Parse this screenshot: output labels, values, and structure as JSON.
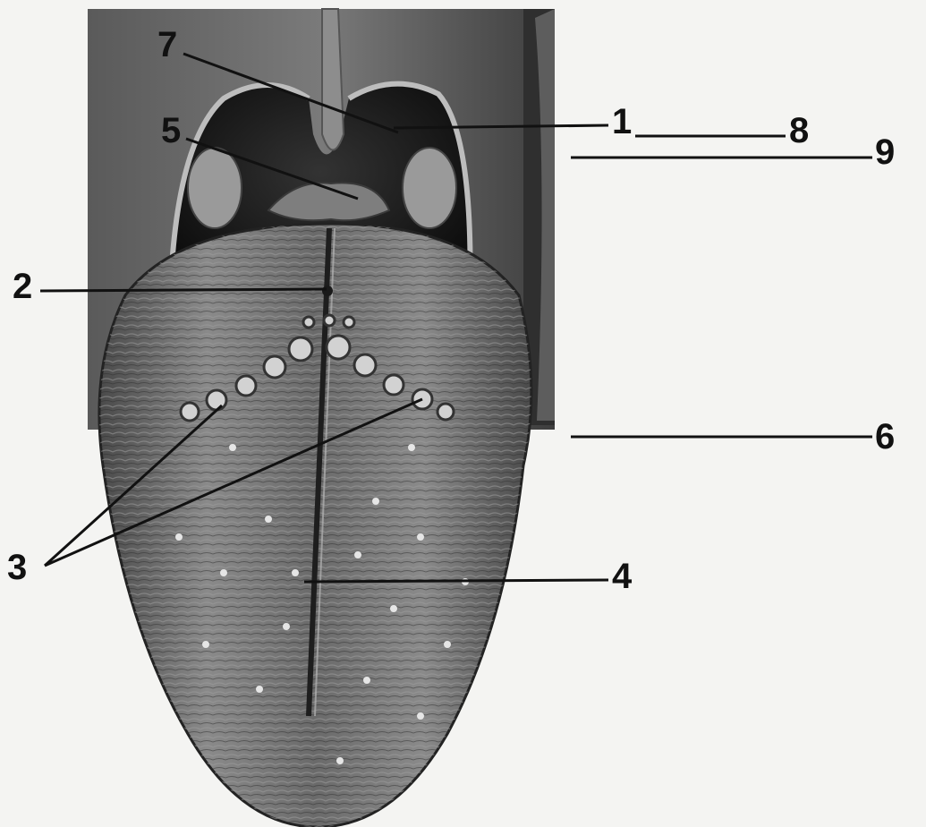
{
  "labels": {
    "l1": "1",
    "l2": "2",
    "l3": "3",
    "l4": "4",
    "l5": "5",
    "l6": "6",
    "l7": "7",
    "l8": "8",
    "l9": "9"
  },
  "colors": {
    "background": "#f4f4f2",
    "tongue_dark": "#3a3a3a",
    "tongue_mid": "#6d6d6d",
    "tongue_light": "#a8a8a8",
    "throat": "#1a1a1a",
    "label_text": "#111111"
  }
}
